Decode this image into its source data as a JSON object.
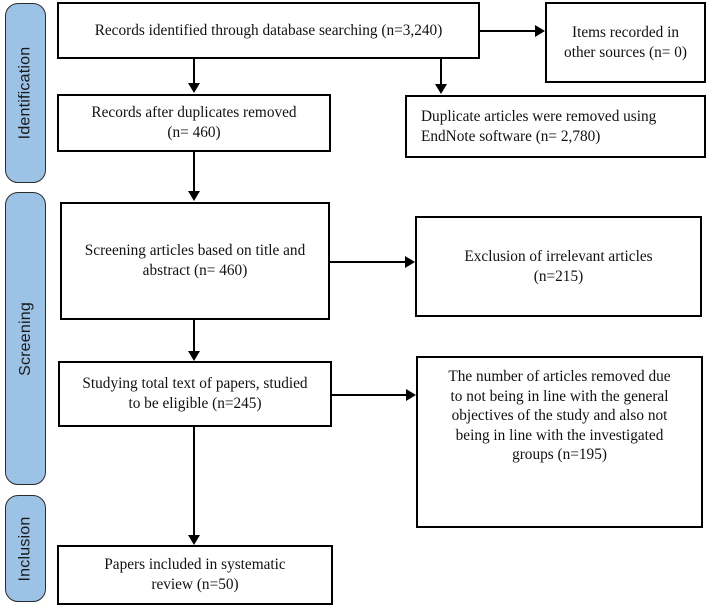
{
  "diagram": {
    "title": "PRISMA study selection flow diagram",
    "accent_color": "#9CC3E6",
    "line_color": "#000000",
    "background_color": "#FFFFFF"
  },
  "stages": [
    {
      "id": "identification",
      "label": "Identification"
    },
    {
      "id": "screening",
      "label": "Screening"
    },
    {
      "id": "inclusion",
      "label": "Inclusion"
    }
  ],
  "boxes": {
    "records_identified": {
      "text": "Records identified through database searching (n=3,240)",
      "count": 3240
    },
    "items_other_sources": {
      "text": "Items recorded in\nother sources (n= 0)",
      "count": 0
    },
    "records_after_duplicates": {
      "text": "Records after duplicates removed\n(n= 460)",
      "count": 460
    },
    "duplicates_removed": {
      "text": "Duplicate articles were removed using\nEndNote software (n= 2,780)",
      "count": 2780
    },
    "screening_title_abstract": {
      "text": "Screening articles based on title and\nabstract (n= 460)",
      "count": 460
    },
    "exclusion_irrelevant": {
      "text": "Exclusion of irrelevant articles\n(n=215)",
      "count": 215
    },
    "full_text_eligible": {
      "text": "Studying total text of papers, studied\nto be eligible (n=245)",
      "count": 245
    },
    "removed_not_in_line": {
      "text": "The number of articles removed due\nto not being in line with the general\nobjectives of the study and also not\nbeing in line with the investigated\ngroups (n=195)",
      "count": 195
    },
    "papers_included": {
      "text": "Papers included in systematic\nreview (n=50)",
      "count": 50
    }
  },
  "chart_data": {
    "type": "diagram",
    "title": "PRISMA flow diagram",
    "nodes": [
      {
        "id": "records_identified",
        "stage": "Identification",
        "label": "Records identified through database searching",
        "n": 3240
      },
      {
        "id": "items_other_sources",
        "stage": "Identification",
        "label": "Items recorded in other sources",
        "n": 0
      },
      {
        "id": "records_after_duplicates",
        "stage": "Identification",
        "label": "Records after duplicates removed",
        "n": 460
      },
      {
        "id": "duplicates_removed",
        "stage": "Identification",
        "label": "Duplicate articles were removed using EndNote software",
        "n": 2780
      },
      {
        "id": "screening_title_abstract",
        "stage": "Screening",
        "label": "Screening articles based on title and abstract",
        "n": 460
      },
      {
        "id": "exclusion_irrelevant",
        "stage": "Screening",
        "label": "Exclusion of irrelevant articles",
        "n": 215
      },
      {
        "id": "full_text_eligible",
        "stage": "Screening",
        "label": "Studying total text of papers, studied to be eligible",
        "n": 245
      },
      {
        "id": "removed_not_in_line",
        "stage": "Screening",
        "label": "The number of articles removed due to not being in line with the general objectives of the study and also not being in line with the investigated groups",
        "n": 195
      },
      {
        "id": "papers_included",
        "stage": "Inclusion",
        "label": "Papers included in systematic review",
        "n": 50
      }
    ],
    "edges": [
      {
        "from": "records_identified",
        "to": "items_other_sources",
        "direction": "right"
      },
      {
        "from": "records_identified",
        "to": "records_after_duplicates",
        "direction": "down"
      },
      {
        "from": "records_identified",
        "to": "duplicates_removed",
        "direction": "down"
      },
      {
        "from": "records_after_duplicates",
        "to": "screening_title_abstract",
        "direction": "down"
      },
      {
        "from": "screening_title_abstract",
        "to": "exclusion_irrelevant",
        "direction": "right"
      },
      {
        "from": "screening_title_abstract",
        "to": "full_text_eligible",
        "direction": "down"
      },
      {
        "from": "full_text_eligible",
        "to": "removed_not_in_line",
        "direction": "right"
      },
      {
        "from": "full_text_eligible",
        "to": "papers_included",
        "direction": "down"
      }
    ]
  }
}
